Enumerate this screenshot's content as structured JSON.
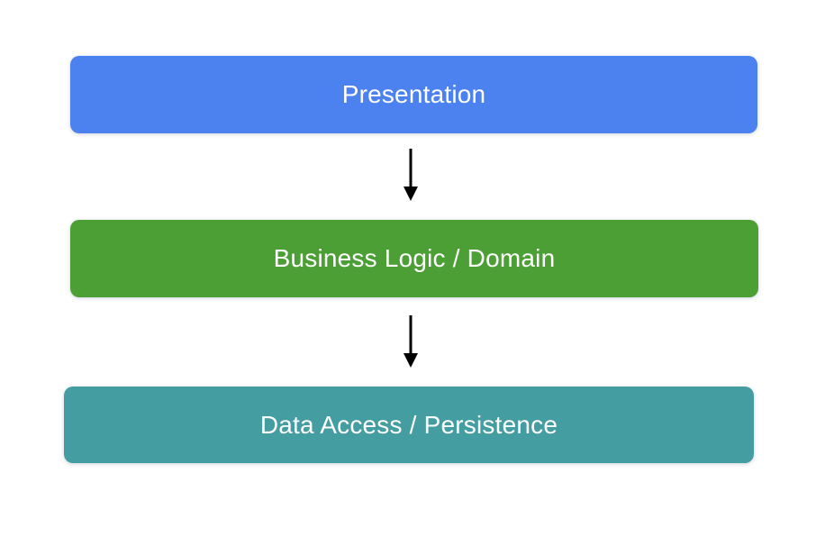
{
  "diagram": {
    "kind": "layered-architecture",
    "background_color": "#FFFFFF",
    "text_color": "#FFFFFF",
    "arrow_color": "#000000",
    "layers": [
      {
        "id": "presentation",
        "label": "Presentation",
        "color": "#4B82F0"
      },
      {
        "id": "business-logic",
        "label": "Business Logic / Domain",
        "color": "#4C9F35"
      },
      {
        "id": "data-access",
        "label": "Data Access / Persistence",
        "color": "#449DA0"
      }
    ],
    "connectors": [
      {
        "from": "presentation",
        "to": "business-logic",
        "direction": "down"
      },
      {
        "from": "business-logic",
        "to": "data-access",
        "direction": "down"
      }
    ]
  }
}
